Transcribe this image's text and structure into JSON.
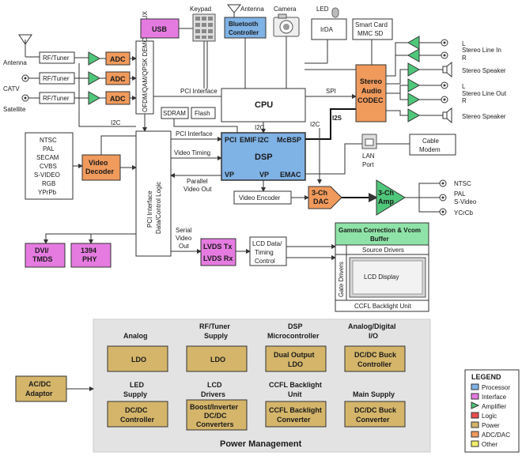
{
  "colors": {
    "processor": "#7fb2e5",
    "interface": "#e57be0",
    "amplifier": "#4fc77a",
    "logic": "#e84c4c",
    "power": "#d4b56a",
    "adc_dac": "#f09a5c",
    "other": "#f2ee6b",
    "pm_bg": "#e3e3e3",
    "panel_green": "#8fe3a8"
  },
  "inputs": {
    "antenna": "Antenna",
    "catv": "CATV",
    "satellite": "Satellite",
    "rf_tuner": "RF/Tuner",
    "adc": "ADC",
    "demod": "OFDM/QAM/QPSK DEMOD & MUX"
  },
  "top": {
    "usb": "USB",
    "keypad": "Keypad",
    "antenna": "Antenna",
    "bluetooth": "Bluetooth Controller",
    "camera": "Camera",
    "led": "LED",
    "irda": "IrDA",
    "smartcard": "Smart Card MMC SD"
  },
  "cpu": {
    "label": "CPU",
    "pci_interface": "PCI Interface",
    "spi": "SPI",
    "i2c": "I2C",
    "i2s": "I2S"
  },
  "memory": {
    "sdram": "SDRAM",
    "flash": "Flash"
  },
  "dsp": {
    "label": "DSP",
    "pci": "PCI",
    "emif": "EMIF",
    "i2c": "I2C",
    "mcbsp": "McBSP",
    "vp1": "VP",
    "vp2": "VP",
    "emac": "EMAC"
  },
  "video_in": {
    "formats": [
      "NTSC",
      "PAL",
      "SECAM",
      "CVBS",
      "S-VIDEO",
      "RGB",
      "YPrPb"
    ],
    "decoder": "Video Decoder",
    "i2c": "I2C"
  },
  "pci_logic": {
    "label": "PCI Interface Data/Control Logic",
    "pci_interface": "PCI Interface",
    "video_timing": "Video Timing",
    "parallel_video_out": "Parallel Video Out",
    "serial_video_out": "Serial Video Out"
  },
  "audio": {
    "codec": "Stereo Audio CODEC",
    "outputs": [
      {
        "label": "L",
        "sub": ""
      },
      {
        "label": "Stereo Line In",
        "sub": ""
      },
      {
        "label": "R",
        "sub": ""
      },
      {
        "label": "Stereo Speaker",
        "sub": ""
      },
      {
        "label": "L",
        "sub": ""
      },
      {
        "label": "Stereo Line Out",
        "sub": ""
      },
      {
        "label": "R",
        "sub": ""
      },
      {
        "label": "Stereo Speaker",
        "sub": ""
      }
    ]
  },
  "network": {
    "lan": "LAN Port",
    "modem": "Cable Modem"
  },
  "video_out": {
    "encoder": "Video Encoder",
    "dac": "3-Ch DAC",
    "amp": "3-Ch Amp",
    "ntsc": "NTSC",
    "pal": "PAL",
    "svideo": "S-Video",
    "ycrcb": "YCrCb"
  },
  "display": {
    "dvi": "DVI/ TMDS",
    "p1394": "1394 PHY",
    "lvds_tx": "LVDS Tx",
    "lvds_rx": "LVDS Rx",
    "lcd_timing": "LCD Data/ Timing Control",
    "gamma": "Gamma Correction & Vcom Buffer",
    "source_drivers": "Source Drivers",
    "gate_drivers": "Gate Drivers",
    "lcd_display": "LCD Display",
    "ccfl": "CCFL Backlight Unit"
  },
  "power": {
    "title": "Power Management",
    "acdc": "AC/DC Adaptor",
    "cells": [
      {
        "title": "Analog",
        "block": "LDO"
      },
      {
        "title": "RF/Tuner Supply",
        "block": "LDO"
      },
      {
        "title": "DSP Microcontroller",
        "block": "Dual Output LDO"
      },
      {
        "title": "Analog/Digital I/O",
        "block": "DC/DC Buck Controller"
      },
      {
        "title": "LED Supply",
        "block": "DC/DC Controller"
      },
      {
        "title": "LCD Drivers",
        "block": "Boost/Inverter DC/DC Converters"
      },
      {
        "title": "CCFL Backlight Unit",
        "block": "CCFL Backlight Converter"
      },
      {
        "title": "Main Supply",
        "block": "DC/DC Buck Converter"
      }
    ]
  },
  "legend": {
    "title": "LEGEND",
    "items": [
      {
        "label": "Processor",
        "color": "#7fb2e5",
        "shape": "box"
      },
      {
        "label": "Interface",
        "color": "#e57be0",
        "shape": "box"
      },
      {
        "label": "Amplifier",
        "color": "#4fc77a",
        "shape": "tri"
      },
      {
        "label": "Logic",
        "color": "#e84c4c",
        "shape": "box"
      },
      {
        "label": "Power",
        "color": "#d4b56a",
        "shape": "box"
      },
      {
        "label": "ADC/DAC",
        "color": "#f09a5c",
        "shape": "box"
      },
      {
        "label": "Other",
        "color": "#f2ee6b",
        "shape": "box"
      }
    ]
  }
}
